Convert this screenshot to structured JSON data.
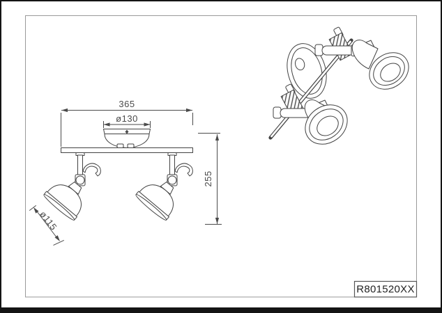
{
  "drawing": {
    "product_code": "R801520XX",
    "dimensions": {
      "overall_width": "365",
      "canopy_diameter": "ø130",
      "height": "255",
      "shade_diameter": "ø115"
    },
    "colors": {
      "line": "#424242",
      "dimension": "#4a4a4a",
      "inner_frame": "#999999",
      "outer_border": "#141414",
      "background": "#ffffff"
    }
  }
}
